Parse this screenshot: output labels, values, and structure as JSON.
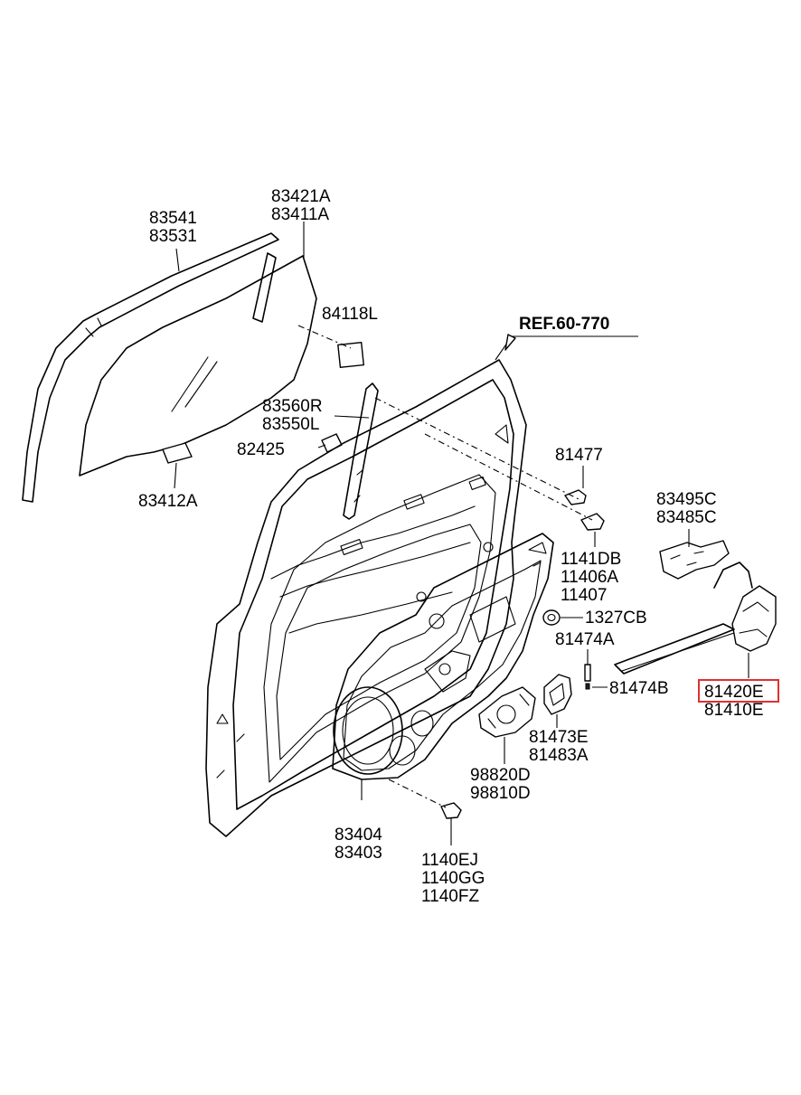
{
  "diagram": {
    "reference_label": "REF.60-770",
    "highlight_color": "#e03030",
    "parts": {
      "outer_weatherstrip": [
        "83541",
        "83531"
      ],
      "channel": [
        "83421A",
        "83411A"
      ],
      "tape": [
        "84118L"
      ],
      "glass_holder": [
        "83412A"
      ],
      "rear_channel": [
        "83560R",
        "83550L"
      ],
      "clip": [
        "82425"
      ],
      "bolt_upper": [
        "81477"
      ],
      "bolts_mid": [
        "1141DB",
        "11406A",
        "11407"
      ],
      "nut": [
        "1327CB"
      ],
      "grommet": [
        "81474A"
      ],
      "pin": [
        "81474B"
      ],
      "actuator_bracket": [
        "83495C",
        "83485C"
      ],
      "latch_assy": [
        "81420E",
        "81410E"
      ],
      "inside_handle": [
        "81473E",
        "81483A"
      ],
      "regulator_motor": [
        "98820D",
        "98810D"
      ],
      "module_panel": [
        "83404",
        "83403"
      ],
      "bolts_lower": [
        "1140EJ",
        "1140GG",
        "1140FZ"
      ]
    }
  }
}
